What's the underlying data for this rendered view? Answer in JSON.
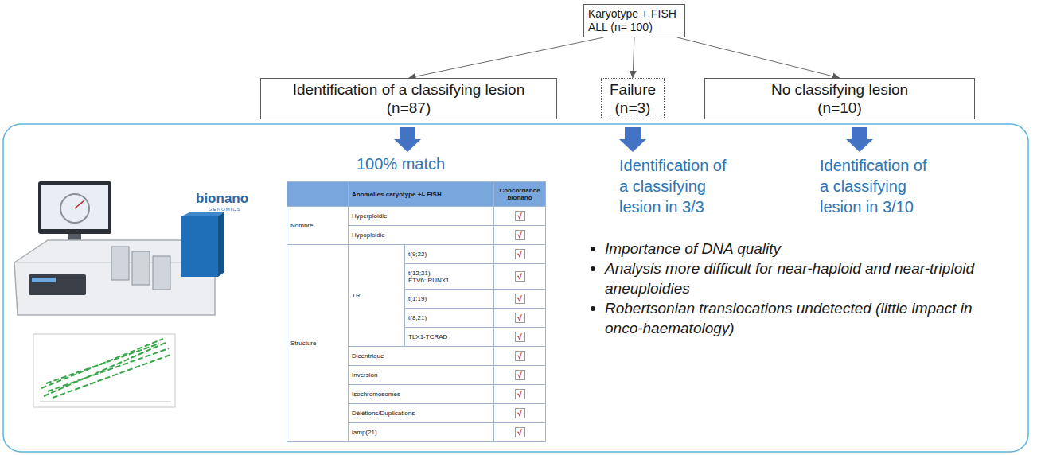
{
  "diagram": {
    "nodes": [
      {
        "text": [
          "Karyotype + FISH ALL (n= 100)"
        ]
      },
      {
        "text": [
          "Identification of a classifying lesion",
          "(n=87)"
        ]
      },
      {
        "text": [
          "Failure",
          "(n=3)"
        ]
      },
      {
        "text": [
          "No classifying lesion",
          "(n=10)"
        ]
      }
    ],
    "edges": [
      {
        "from": 0,
        "to": 1,
        "arrow": "to"
      },
      {
        "from": 0,
        "to": 2,
        "arrow": "to"
      },
      {
        "from": 0,
        "to": 3,
        "arrow": "to"
      }
    ],
    "labels": [
      "bionano",
      "GENOMICS",
      "100% match",
      "Identification of a classifying lesion in 3/3",
      "Identification of a classifying lesion in 3/10",
      "Anomalies caryotype +/- FISH",
      "Concordance bionano",
      "Nombre",
      "Hyperploidie",
      "√",
      "Hypoploidie",
      "√",
      "Structure",
      "TR",
      "t(9;22)",
      "√",
      "t(12;21) ETV6::RUNX1",
      "√",
      "t(1;19)",
      "√",
      "t(8;21)",
      "√",
      "TLX1-TCRAD",
      "√",
      "Dicentrique",
      "√",
      "Inversion",
      "√",
      "Isochromosomes",
      "√",
      "Délétions/Duplications",
      "√",
      "iamp(21)",
      "√",
      "Importance of DNA quality",
      "Analysis more difficult for near-haploid and near-triploid aneuploidies",
      "Robertsonian translocations undetected (little impact in onco-haematology)"
    ]
  }
}
